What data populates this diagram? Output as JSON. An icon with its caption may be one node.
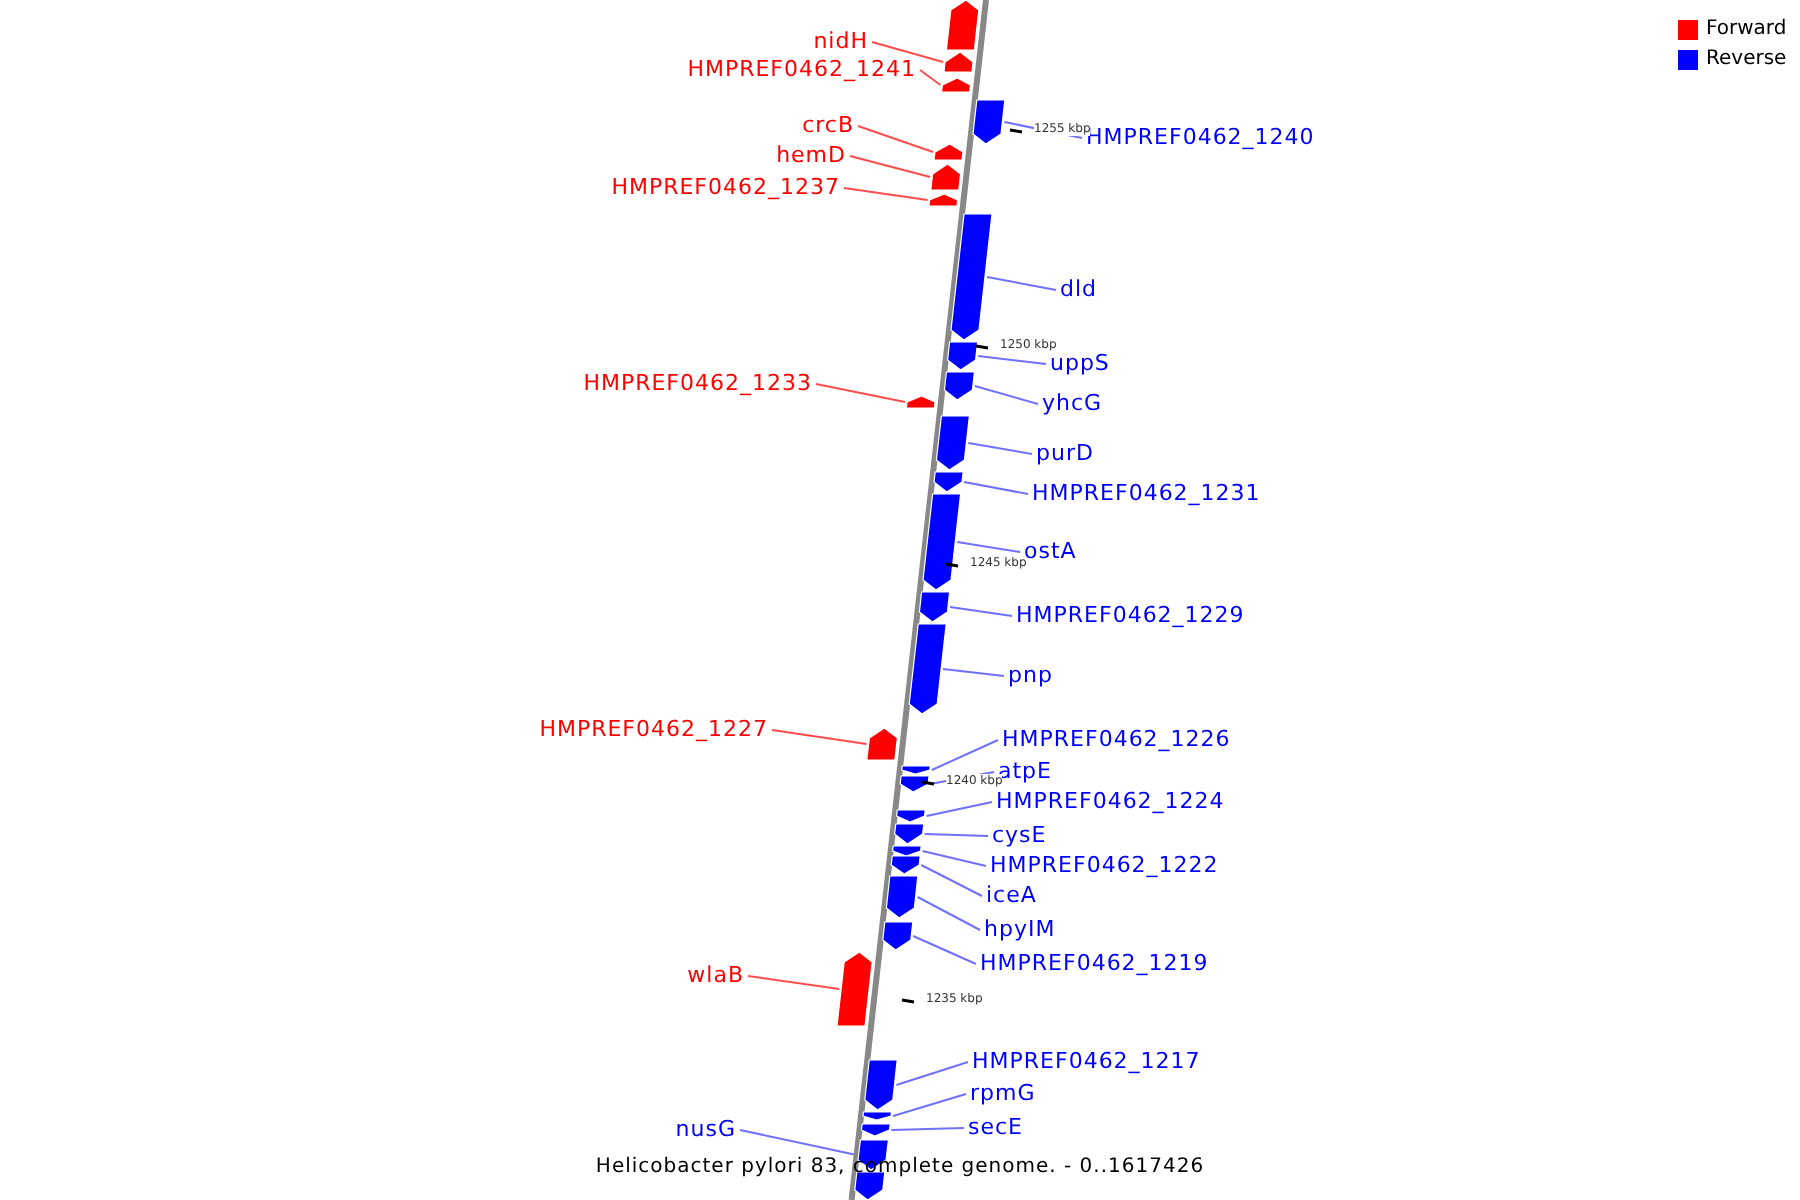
{
  "diagram": {
    "caption": "Helicobacter pylori 83, complete genome. - 0..1617426",
    "nodes": [
      {
        "text": [],
        "shape": "bar"
      },
      {
        "text": [
          "nidH"
        ]
      },
      {
        "text": [],
        "shape": "bar"
      },
      {
        "text": [
          "HMPREF0462_1241"
        ]
      },
      {
        "text": [],
        "shape": "bar"
      },
      {
        "text": [
          "HMPREF0462_1240"
        ]
      },
      {
        "text": [],
        "shape": "bar"
      },
      {
        "text": [
          "crcB"
        ]
      },
      {
        "text": [],
        "shape": "bar"
      },
      {
        "text": [
          "hemD"
        ]
      },
      {
        "text": [],
        "shape": "bar"
      },
      {
        "text": [
          "HMPREF0462_1237"
        ]
      },
      {
        "text": [],
        "shape": "bar"
      },
      {
        "text": [
          "dld"
        ]
      },
      {
        "text": [],
        "shape": "bar"
      },
      {
        "text": [
          "uppS"
        ]
      },
      {
        "text": [],
        "shape": "bar"
      },
      {
        "text": [
          "yhcG"
        ]
      },
      {
        "text": [],
        "shape": "bar"
      },
      {
        "text": [
          "HMPREF0462_1233"
        ]
      },
      {
        "text": [],
        "shape": "bar"
      },
      {
        "text": [
          "purD"
        ]
      },
      {
        "text": [],
        "shape": "bar"
      },
      {
        "text": [
          "HMPREF0462_1231"
        ]
      },
      {
        "text": [],
        "shape": "bar"
      },
      {
        "text": [
          "ostA"
        ]
      },
      {
        "text": [],
        "shape": "bar"
      },
      {
        "text": [
          "HMPREF0462_1229"
        ]
      },
      {
        "text": [],
        "shape": "bar"
      },
      {
        "text": [
          "pnp"
        ]
      },
      {
        "text": [],
        "shape": "bar"
      },
      {
        "text": [
          "HMPREF0462_1227"
        ]
      },
      {
        "text": [],
        "shape": "bar"
      },
      {
        "text": [
          "HMPREF0462_1226"
        ]
      },
      {
        "text": [],
        "shape": "bar"
      },
      {
        "text": [
          "atpE"
        ]
      },
      {
        "text": [],
        "shape": "bar"
      },
      {
        "text": [
          "HMPREF0462_1224"
        ]
      },
      {
        "text": [],
        "shape": "bar"
      },
      {
        "text": [
          "cysE"
        ]
      },
      {
        "text": [],
        "shape": "bar"
      },
      {
        "text": [
          "HMPREF0462_1222"
        ]
      },
      {
        "text": [],
        "shape": "bar"
      },
      {
        "text": [
          "iceA"
        ]
      },
      {
        "text": [],
        "shape": "bar"
      },
      {
        "text": [
          "hpyIM"
        ]
      },
      {
        "text": [],
        "shape": "bar"
      },
      {
        "text": [
          "HMPREF0462_1219"
        ]
      },
      {
        "text": [],
        "shape": "bar"
      },
      {
        "text": [
          "wlaB"
        ]
      },
      {
        "text": [],
        "shape": "bar"
      },
      {
        "text": [
          "HMPREF0462_1217"
        ]
      },
      {
        "text": [],
        "shape": "bar"
      },
      {
        "text": [
          "rpmG"
        ]
      },
      {
        "text": [],
        "shape": "bar"
      },
      {
        "text": [
          "secE"
        ]
      },
      {
        "text": [],
        "shape": "bar"
      },
      {
        "text": [
          "nusG"
        ]
      },
      {
        "text": [],
        "shape": "bar"
      },
      {
        "text": [],
        "shape": "bar"
      }
    ],
    "edges": [
      {
        "from": 1,
        "to": 2,
        "arrow": "none",
        "color": "#ff0000"
      },
      {
        "from": 3,
        "to": 4,
        "arrow": "none",
        "color": "#ff0000"
      },
      {
        "from": 5,
        "to": 6,
        "arrow": "none"
      },
      {
        "from": 7,
        "to": 8,
        "arrow": "none",
        "color": "#ff0000"
      },
      {
        "from": 9,
        "to": 10,
        "arrow": "none",
        "color": "#ff0000"
      },
      {
        "from": 11,
        "to": 12,
        "arrow": "none",
        "color": "#ff0000"
      },
      {
        "from": 13,
        "to": 14,
        "arrow": "none"
      },
      {
        "from": 15,
        "to": 16,
        "arrow": "none"
      },
      {
        "from": 17,
        "to": 18,
        "arrow": "none"
      },
      {
        "from": 19,
        "to": 20,
        "arrow": "none",
        "color": "#ff0000"
      },
      {
        "from": 21,
        "to": 22,
        "arrow": "none"
      },
      {
        "from": 23,
        "to": 24,
        "arrow": "none"
      },
      {
        "from": 25,
        "to": 26,
        "arrow": "none"
      },
      {
        "from": 27,
        "to": 28,
        "arrow": "none"
      },
      {
        "from": 29,
        "to": 30,
        "arrow": "none"
      },
      {
        "from": 31,
        "to": 32,
        "arrow": "none",
        "color": "#ff0000"
      },
      {
        "from": 33,
        "to": 34,
        "arrow": "none"
      },
      {
        "from": 35,
        "to": 36,
        "arrow": "none"
      },
      {
        "from": 37,
        "to": 38,
        "arrow": "none"
      },
      {
        "from": 39,
        "to": 40,
        "arrow": "none"
      },
      {
        "from": 41,
        "to": 42,
        "arrow": "none"
      },
      {
        "from": 43,
        "to": 44,
        "arrow": "none"
      },
      {
        "from": 45,
        "to": 46,
        "arrow": "none"
      },
      {
        "from": 47,
        "to": 48,
        "arrow": "none"
      },
      {
        "from": 49,
        "to": 50,
        "arrow": "none",
        "color": "#ff0000"
      },
      {
        "from": 51,
        "to": 52,
        "arrow": "none"
      },
      {
        "from": 53,
        "to": 54,
        "arrow": "none"
      },
      {
        "from": 55,
        "to": 56,
        "arrow": "none"
      },
      {
        "from": 57,
        "to": 58,
        "arrow": "none"
      }
    ],
    "labels": [
      "1255 kbp",
      "1250 kbp",
      "1245 kbp",
      "1240 kbp",
      "1235 kbp"
    ],
    "legend": [
      {
        "text": "Forward",
        "color": "#ff0000"
      },
      {
        "text": "Reverse",
        "color": "#0000ff"
      }
    ]
  }
}
